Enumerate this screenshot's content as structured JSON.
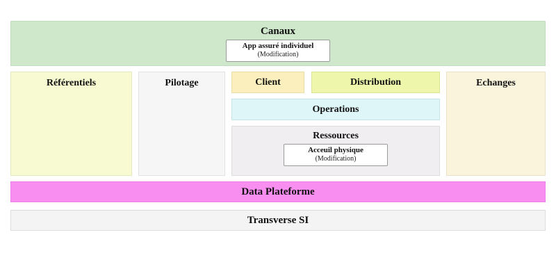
{
  "canaux": {
    "label": "Canaux",
    "app_box": {
      "title": "App assuré individuel",
      "subtitle": "(Modification)"
    }
  },
  "referentiels": {
    "label": "Référentiels"
  },
  "pilotage": {
    "label": "Pilotage"
  },
  "client": {
    "label": "Client"
  },
  "distribution": {
    "label": "Distribution"
  },
  "operations": {
    "label": "Operations"
  },
  "ressources": {
    "label": "Ressources",
    "app_box": {
      "title": "Acceuil physique",
      "subtitle": "(Modification)"
    }
  },
  "echanges": {
    "label": "Echanges"
  },
  "data_plateforme": {
    "label": "Data Plateforme"
  },
  "transverse_si": {
    "label": "Transverse SI"
  },
  "colors": {
    "canaux_bg": "#cfe8cc",
    "referentiels_bg": "#f8fbd2",
    "pilotage_bg": "#f6f6f6",
    "client_bg": "#fbf0bd",
    "distribution_bg": "#eef6ab",
    "operations_bg": "#def6f8",
    "ressources_bg": "#f1eef1",
    "echanges_bg": "#faf4dd",
    "data_plateforme_bg": "#f98ef1",
    "transverse_si_bg": "#f4f4f4",
    "app_box_bg": "#ffffff"
  }
}
